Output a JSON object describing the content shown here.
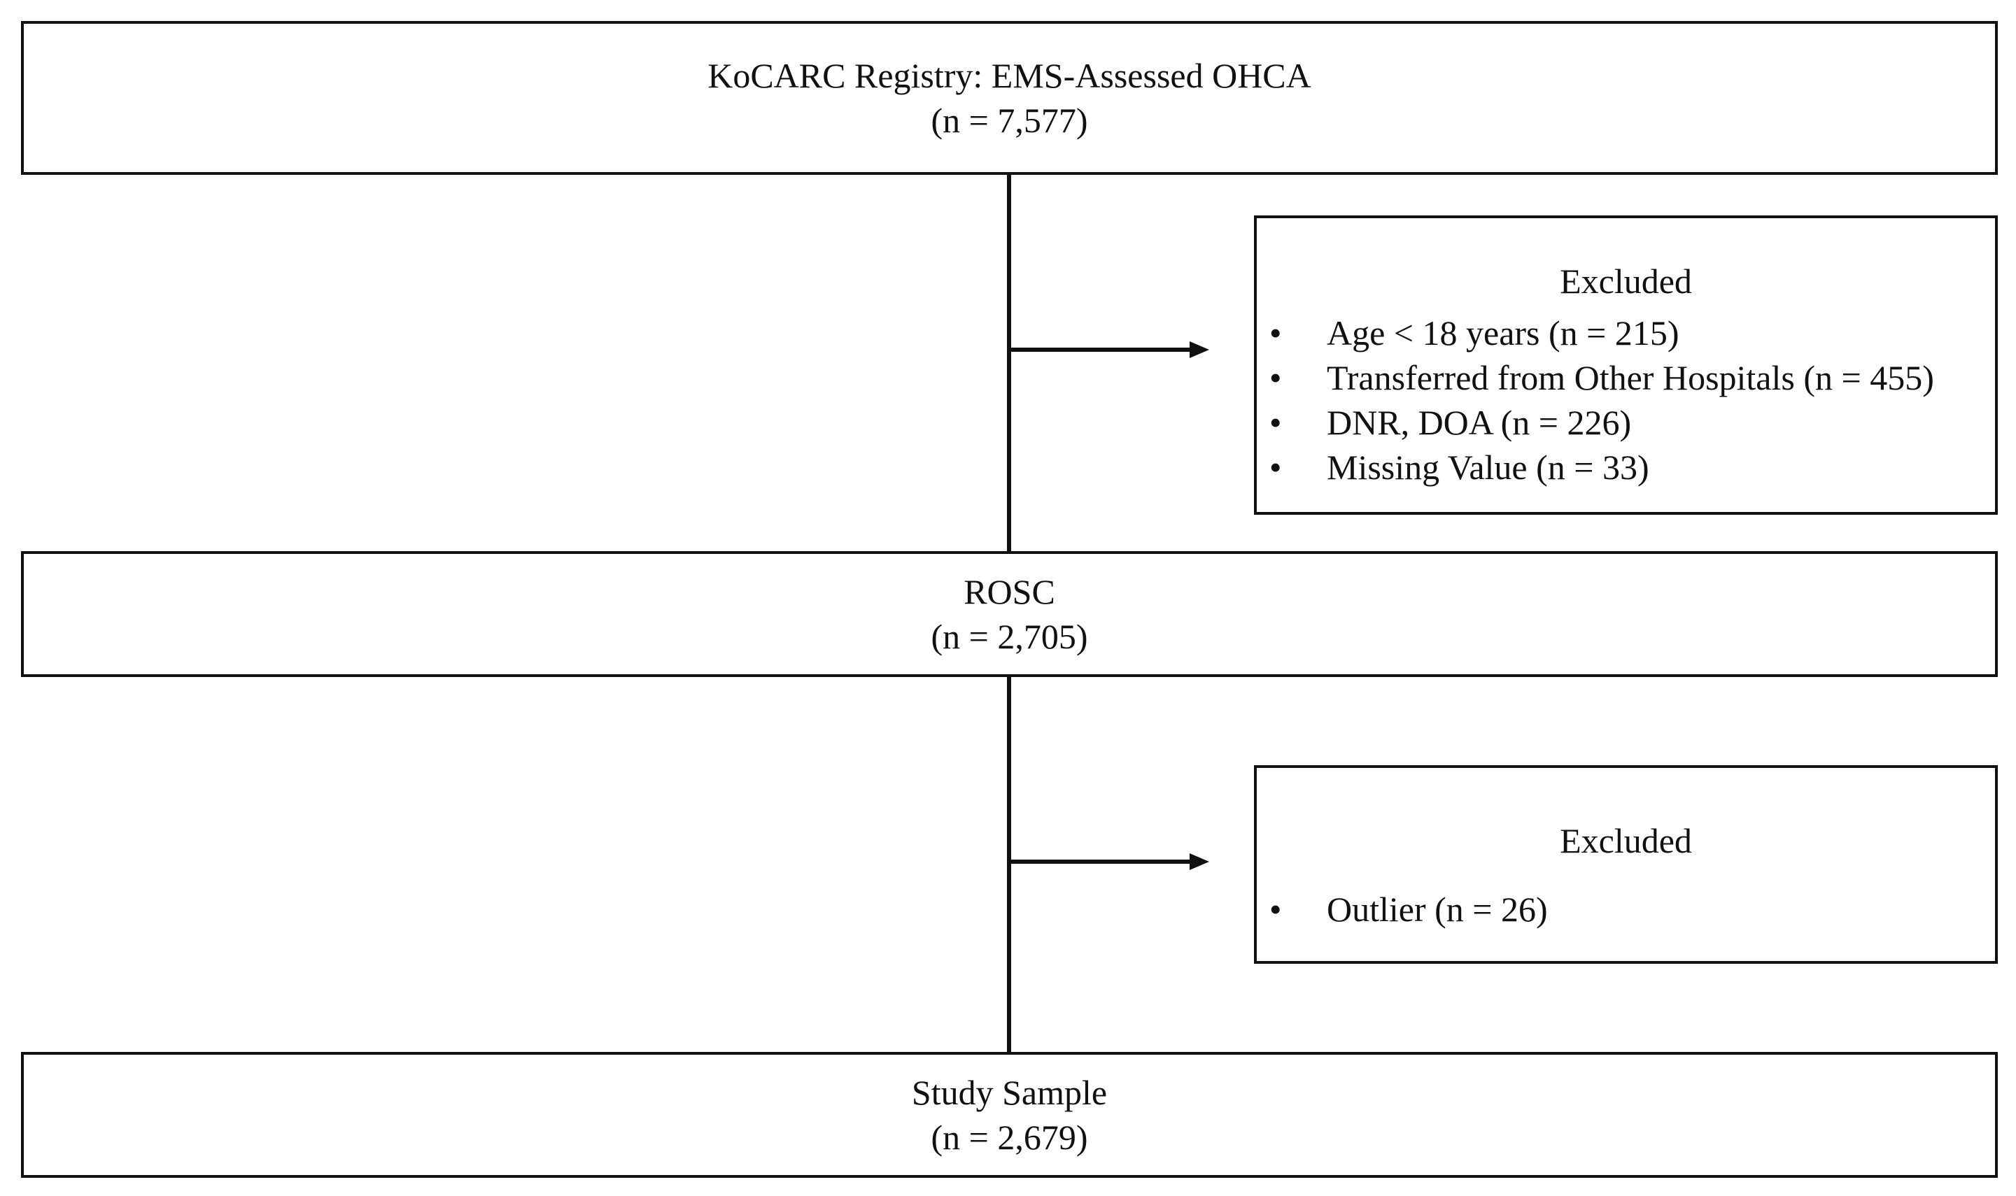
{
  "nodes": {
    "registry": {
      "title": "KoCARC Registry: EMS-Assessed OHCA",
      "count": "(n = 7,577)"
    },
    "rosc": {
      "title": "ROSC",
      "count": "(n = 2,705)"
    },
    "study": {
      "title": "Study Sample",
      "count": "(n = 2,679)"
    }
  },
  "exclusions": [
    {
      "title": "Excluded",
      "items": [
        "Age < 18 years (n = 215)",
        "Transferred from Other Hospitals (n = 455)",
        "DNR, DOA (n = 226)",
        "Missing Value (n = 33)"
      ]
    },
    {
      "title": "Excluded",
      "items": [
        "Outlier (n = 26)"
      ]
    }
  ],
  "bullet_symbol": "•",
  "colors": {
    "stroke": "#111111",
    "background": "#ffffff"
  }
}
